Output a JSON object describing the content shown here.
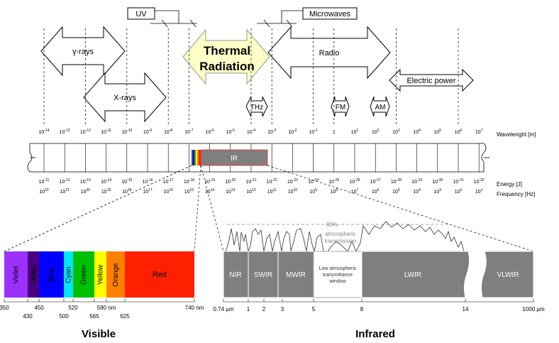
{
  "bands": {
    "uv": "UV",
    "microwaves": "Microwaves",
    "gamma": "γ-rays",
    "xrays": "X-rays",
    "thermal_1": "Thermal",
    "thermal_2": "Radiation",
    "radio": "Radio",
    "electric": "Electric power",
    "thz": "THz",
    "fm": "FM",
    "am": "AM",
    "ir": "IR"
  },
  "scale": {
    "wavelength_label": "Wavelenght [m]",
    "energy_label": "Energy [J]",
    "frequency_label": "Frequency [Hz]",
    "wavelength_ticks": [
      "10-14",
      "10-13",
      "10-12",
      "10-11",
      "10-10",
      "10-9",
      "10-8",
      "10-7",
      "10-6",
      "10-5",
      "10-4",
      "10-3",
      "10-2",
      "10-1",
      "1",
      "101",
      "102",
      "103",
      "104",
      "105",
      "106",
      "107"
    ],
    "energy_ticks": [
      "10-11",
      "10-12",
      "10-13",
      "10-14",
      "10-15",
      "10-16",
      "10-17",
      "10-18",
      "10-19",
      "10-20",
      "10-21",
      "10-22",
      "10-23",
      "10-24",
      "10-25",
      "10-26",
      "10-27",
      "10-28",
      "10-29",
      "10-30",
      "10-31",
      "10-32"
    ],
    "frequency_ticks": [
      "1022",
      "1021",
      "1020",
      "1019",
      "1018",
      "1017",
      "1016",
      "1015",
      "1014",
      "1013",
      "1012",
      "1011",
      "1010",
      "109",
      "108",
      "107",
      "106",
      "105",
      "104",
      "103",
      "102",
      "101"
    ]
  },
  "visible": {
    "title": "Visible",
    "colors": [
      {
        "name": "Violet",
        "color": "#9b30ff"
      },
      {
        "name": "Indigo",
        "color": "#4b0082"
      },
      {
        "name": "Blue",
        "color": "#0000ff"
      },
      {
        "name": "Cyan",
        "color": "#00e5ff"
      },
      {
        "name": "Green",
        "color": "#00c000"
      },
      {
        "name": "Yellow",
        "color": "#ffff00"
      },
      {
        "name": "Orange",
        "color": "#ff8000"
      },
      {
        "name": "Red",
        "color": "#ff2000"
      }
    ],
    "axis_labels": [
      "350",
      "430",
      "450",
      "500",
      "520",
      "565",
      "590 nm",
      "625",
      "740 nm"
    ]
  },
  "infrared": {
    "title": "Infrared",
    "transmission_percent": "80%",
    "transmission_label_1": "atmospheric",
    "transmission_label_2": "transmission",
    "bands": [
      "NIR",
      "SWIR",
      "MWIR",
      "LWIR",
      "VLWIR"
    ],
    "window_1": "Low atmospheric",
    "window_2": "transmittance",
    "window_3": "window",
    "axis_labels": [
      "0.74 µm",
      "1",
      "2",
      "3",
      "5",
      "8",
      "14",
      "1000 µm"
    ]
  }
}
